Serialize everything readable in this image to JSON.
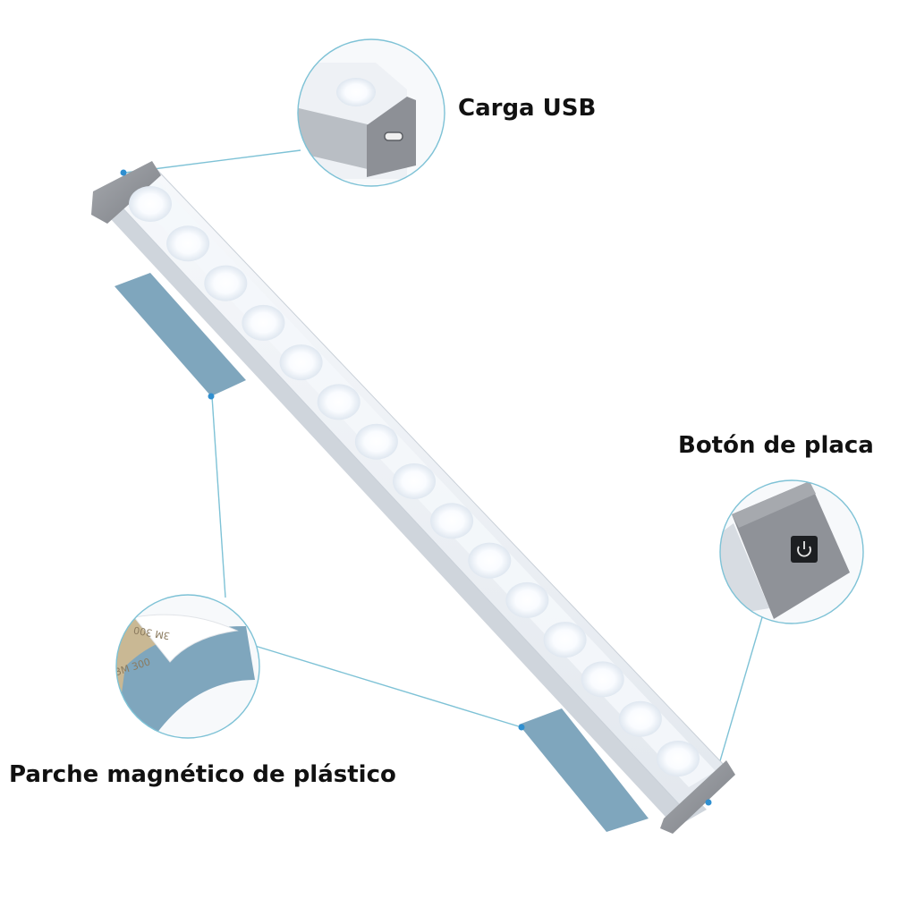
{
  "callouts": {
    "usb_charge": "Carga USB",
    "plate_button": "Botón de placa",
    "magnetic_patch": "Parche magnético de plástico"
  },
  "patch_print": "3M 300",
  "icons": {
    "usb_port": "usb-c-port-icon",
    "power": "power-icon"
  },
  "colors": {
    "callout_line": "#7ec2d6",
    "callout_dot": "#2f8fd0",
    "led_bar_body": "#e9edf2",
    "end_cap": "#8f9297",
    "magnetic_patch": "#7fa6bd",
    "label_text": "#111111"
  },
  "led_count": 15
}
